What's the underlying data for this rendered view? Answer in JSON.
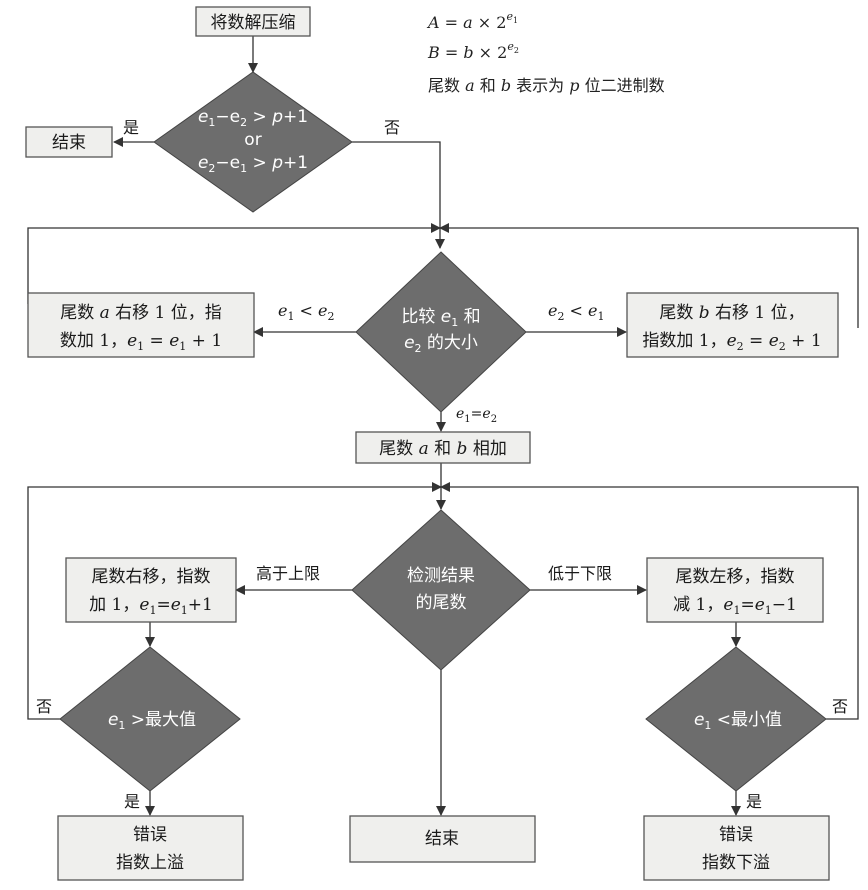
{
  "formulas": {
    "line1_lhs": "A",
    "line1_eq": " = ",
    "line1_a": "a",
    "line1_times": " × 2",
    "line1_exp": "e",
    "line1_exp_sub": "1",
    "line2_lhs": "B",
    "line2_eq": " = ",
    "line2_b": "b",
    "line2_times": " × 2",
    "line2_exp": "e",
    "line2_exp_sub": "2",
    "line3_prefix": "尾数 ",
    "line3_a": "a",
    "line3_mid": " 和 ",
    "line3_b": "b",
    "line3_mid2": " 表示为 ",
    "line3_p": "p",
    "line3_suffix": " 位二进制数"
  },
  "nodes": {
    "decompress": "将数解压缩",
    "end_top": "结束",
    "check_range": {
      "line1_e": "e",
      "line1_s1": "1",
      "line1_minus": "−e",
      "line1_s2": "2",
      "line1_gt": " > ",
      "line1_p": "p",
      "line1_plus": "+1",
      "line2": "or",
      "line3_e": "e",
      "line3_s1": "2",
      "line3_minus": "−e",
      "line3_s2": "1",
      "line3_gt": " > ",
      "line3_p": "p",
      "line3_plus": "+1"
    },
    "shift_a": {
      "line1_pre": "尾数 ",
      "line1_a": "a",
      "line1_post": " 右移 1 位，指",
      "line2_pre": "数加 1，",
      "line2_e": "e",
      "line2_s": "1",
      "line2_eq": " = ",
      "line2_e2": "e",
      "line2_s2": "1",
      "line2_plus": " + 1"
    },
    "compare_exp": {
      "line1_pre": "比较 ",
      "line1_e": "e",
      "line1_s": "1",
      "line1_post": " 和",
      "line2_e": "e",
      "line2_s": "2",
      "line2_post": " 的大小"
    },
    "shift_b": {
      "line1_pre": "尾数 ",
      "line1_b": "b",
      "line1_post": " 右移 1 位，",
      "line2_pre": "指数加 1，",
      "line2_e": "e",
      "line2_s": "2",
      "line2_eq": " = ",
      "line2_e2": "e",
      "line2_s2": "2",
      "line2_plus": " + 1"
    },
    "add_mantissa": {
      "pre": "尾数 ",
      "a": "a",
      "mid": " 和 ",
      "b": "b",
      "post": " 相加"
    },
    "check_result": {
      "line1": "检测结果",
      "line2": "的尾数"
    },
    "shift_right": {
      "line1": "尾数右移，指数",
      "line2_pre": "加 1，",
      "line2_e": "e",
      "line2_s": "1",
      "line2_eq": "=",
      "line2_e2": "e",
      "line2_s2": "1",
      "line2_plus": "+1"
    },
    "shift_left": {
      "line1": "尾数左移，指数",
      "line2_pre": "减 1，",
      "line2_e": "e",
      "line2_s": "1",
      "line2_eq": "=",
      "line2_e2": "e",
      "line2_s2": "1",
      "line2_minus": "−1"
    },
    "check_max": {
      "e": "e",
      "s": "1",
      "post": " >最大值"
    },
    "check_min": {
      "e": "e",
      "s": "1",
      "post": " <最小值"
    },
    "overflow": {
      "line1": "错误",
      "line2": "指数上溢"
    },
    "end_bottom": "结束",
    "underflow": {
      "line1": "错误",
      "line2": "指数下溢"
    }
  },
  "edge_labels": {
    "yes_top": "是",
    "no_top": "否",
    "e1_lt_e2": {
      "e": "e",
      "s": "1",
      "op": " < ",
      "e2": "e",
      "s2": "2"
    },
    "e2_lt_e1": {
      "e": "e",
      "s": "2",
      "op": " < ",
      "e2": "e",
      "s2": "1"
    },
    "e1_eq_e2": {
      "e": "e",
      "s": "1",
      "op": "=",
      "e2": "e",
      "s2": "2"
    },
    "above_upper": "高于上限",
    "below_lower": "低于下限",
    "no_left": "否",
    "no_right": "否",
    "yes_left": "是",
    "yes_right": "是"
  }
}
